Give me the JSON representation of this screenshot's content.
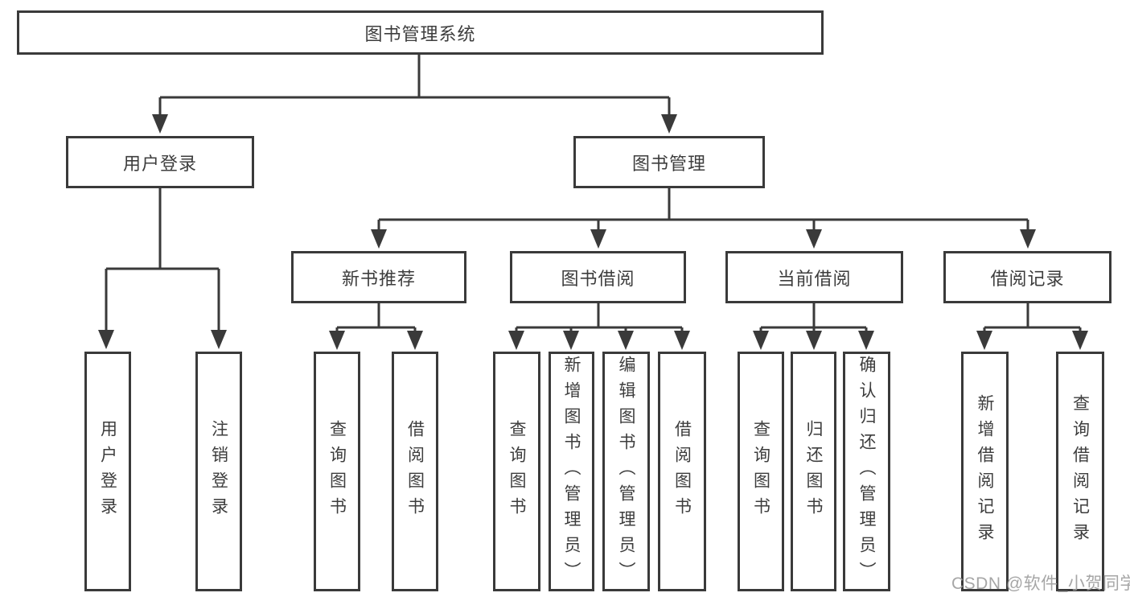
{
  "tree": {
    "root": {
      "label": "图书管理系统"
    },
    "branches": [
      {
        "label": "用户登录",
        "children": [
          {
            "label": "用户登录"
          },
          {
            "label": "注销登录"
          }
        ]
      },
      {
        "label": "图书管理",
        "children": [
          {
            "label": "新书推荐",
            "children": [
              {
                "label": "查询图书"
              },
              {
                "label": "借阅图书"
              }
            ]
          },
          {
            "label": "图书借阅",
            "children": [
              {
                "label": "查询图书"
              },
              {
                "label": "新增图书（管理员）"
              },
              {
                "label": "编辑图书（管理员）"
              },
              {
                "label": "借阅图书"
              }
            ]
          },
          {
            "label": "当前借阅",
            "children": [
              {
                "label": "查询图书"
              },
              {
                "label": "归还图书"
              },
              {
                "label": "确认归还（管理员）"
              }
            ]
          },
          {
            "label": "借阅记录",
            "children": [
              {
                "label": "新增借阅记录"
              },
              {
                "label": "查询借阅记录"
              }
            ]
          }
        ]
      }
    ]
  },
  "watermark": {
    "text": "CSDN @软件_小贺同学"
  },
  "colors": {
    "line": "#3a3a3a",
    "text": "#3d3d3d",
    "watermark": "#9e9e9e",
    "background": "#ffffff"
  }
}
